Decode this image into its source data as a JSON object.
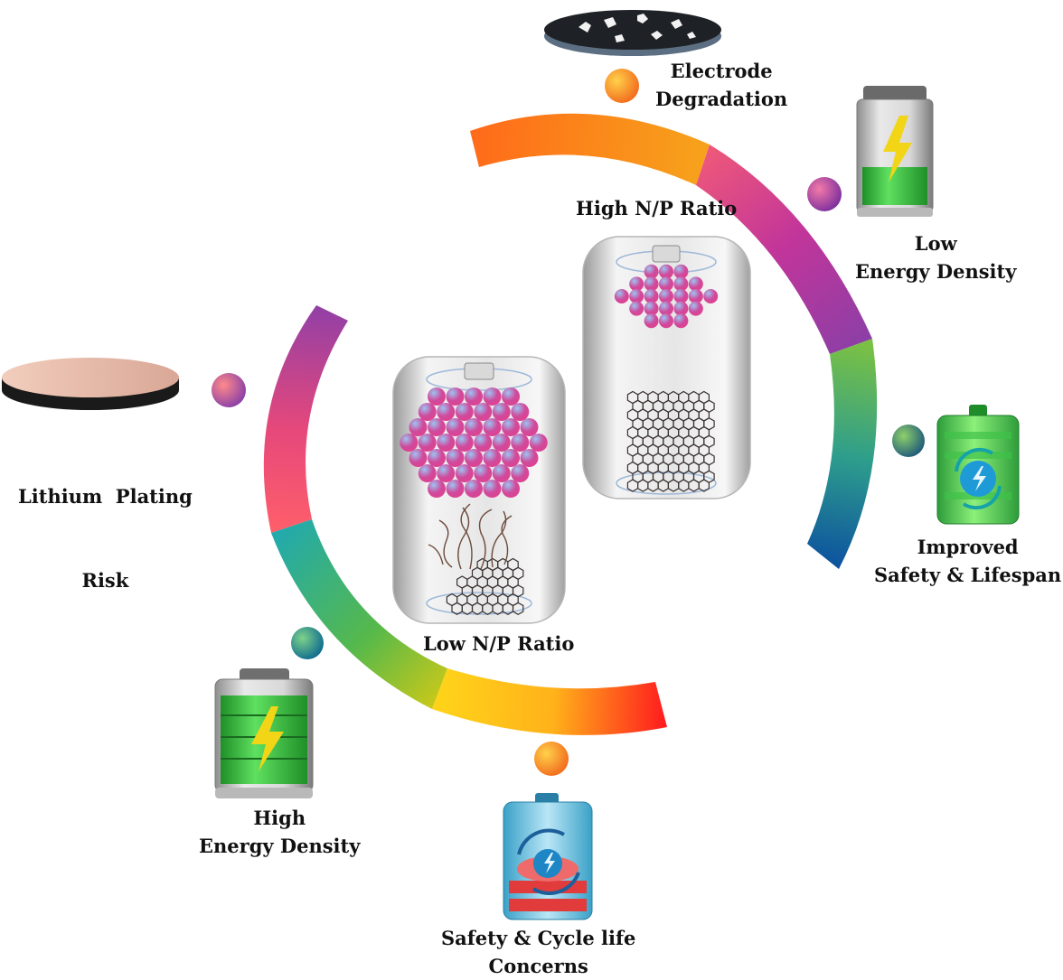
{
  "cells": {
    "high": {
      "title": "High N/P Ratio"
    },
    "low": {
      "title": "Low N/P Ratio"
    }
  },
  "outcomes": [
    {
      "id": "electrode-degradation",
      "lines": [
        "Electrode",
        "Degradation"
      ],
      "dot_color": "#f7931e"
    },
    {
      "id": "low-energy-density",
      "lines": [
        "Low",
        "Energy Density"
      ],
      "dot_color": "#c23c8f"
    },
    {
      "id": "improved-safety-lifespan",
      "lines": [
        "Improved",
        "Safety & Lifespan"
      ],
      "dot_color": "#3e8b5a"
    },
    {
      "id": "safety-cycle-life-concerns",
      "lines": [
        "Safety & Cycle life",
        "Concerns"
      ],
      "dot_color": "#f6a01a"
    },
    {
      "id": "high-energy-density",
      "lines": [
        "High",
        "Energy Density"
      ],
      "dot_color": "#1c9c98"
    },
    {
      "id": "lithium-plating-risk",
      "lines": [
        "Lithium  Plating",
        "Risk"
      ],
      "dot_color": "#e9566e"
    }
  ],
  "colors": {
    "arc_high": [
      "#ff6a1a",
      "#f7a21b",
      "#f05a78",
      "#c2359a",
      "#8b3fa6",
      "#7bc142",
      "#2e9e8c",
      "#0b4fa0"
    ],
    "arc_low": [
      "#8e3fa8",
      "#e5487b",
      "#ff5f6a",
      "#20a9b0",
      "#57b94a",
      "#ffd21a",
      "#ffb21a",
      "#ff1e1e"
    ],
    "battery_green": "#2fbf3a",
    "cathode_pink": "#e0408f",
    "cathode_blue": "#6fa8e6"
  }
}
